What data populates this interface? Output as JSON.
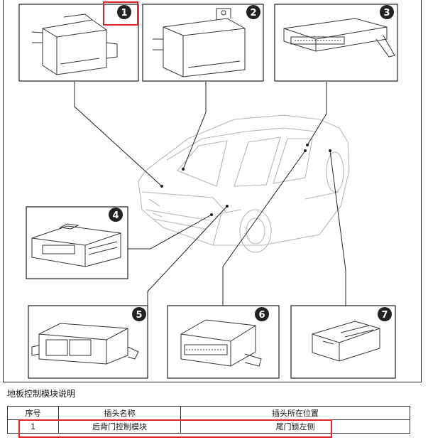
{
  "modules": [
    {
      "number": "1"
    },
    {
      "number": "2"
    },
    {
      "number": "3"
    },
    {
      "number": "4"
    },
    {
      "number": "5"
    },
    {
      "number": "6"
    },
    {
      "number": "7"
    }
  ],
  "caption": "地板控制模块说明",
  "table": {
    "headers": [
      "序号",
      "插头名称",
      "插头所在位置"
    ],
    "rows": [
      {
        "index": "1",
        "name": "后背门控制模块",
        "location": "尾门锁左侧"
      }
    ]
  },
  "colors": {
    "highlight": "#e0252b",
    "line": "#222222",
    "badge": "#222222"
  }
}
